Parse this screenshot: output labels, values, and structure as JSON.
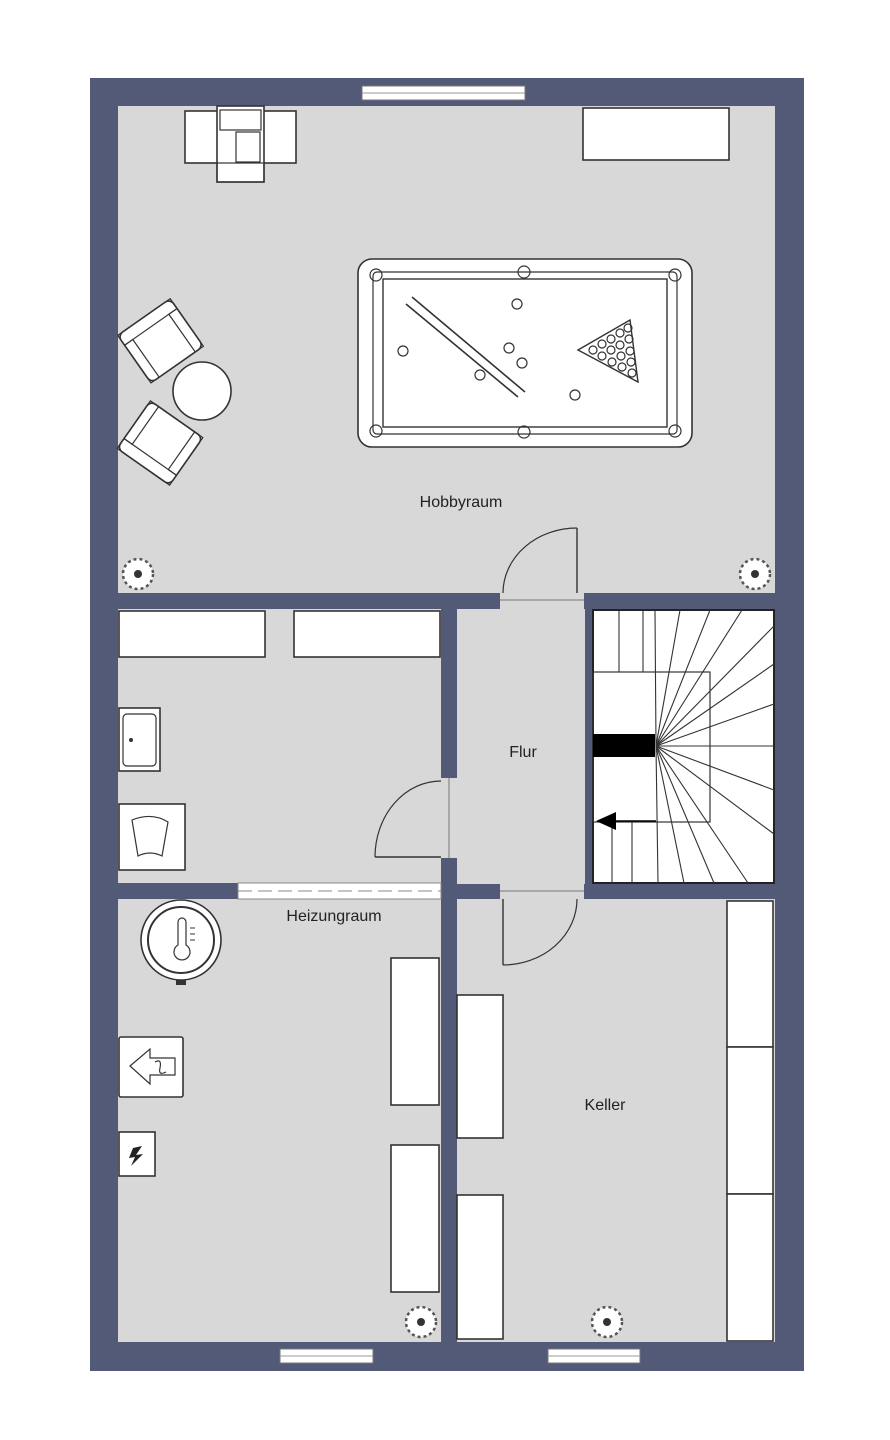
{
  "rooms": {
    "hobbyraum": "Hobbyraum",
    "flur": "Flur",
    "heizungraum": "Heizungraum",
    "keller": "Keller"
  },
  "colors": {
    "wall": "#525a78",
    "floor": "#d8d8d8",
    "furniture": "#ffffff",
    "line": "#333333",
    "stair_marker": "#000000"
  },
  "icons": [
    "pool-table-icon",
    "armchair-icon",
    "round-table-icon",
    "plant-icon",
    "boiler-icon",
    "thermometer-icon",
    "heat-pump-icon",
    "fuse-box-icon",
    "sink-icon",
    "washing-machine-icon",
    "staircase-icon"
  ]
}
